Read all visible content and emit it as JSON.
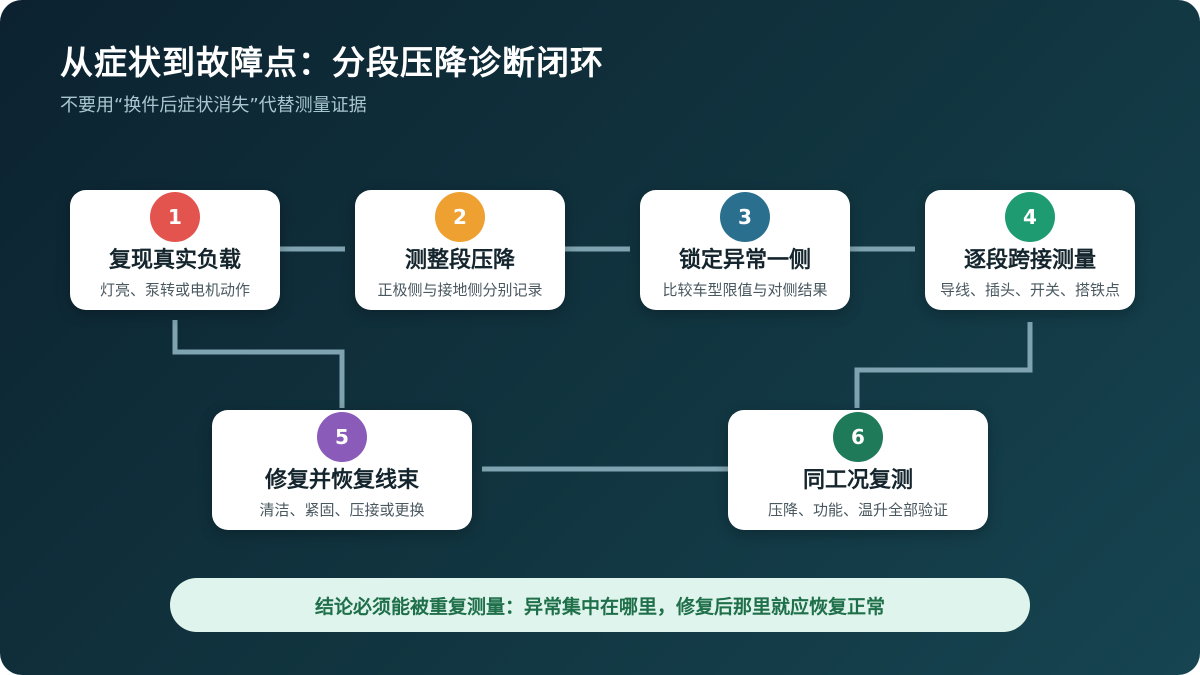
{
  "header": {
    "title": "从症状到故障点：分段压降诊断闭环",
    "subtitle": "不要用“换件后症状消失”代替测量证据"
  },
  "steps": [
    {
      "number": "1",
      "title": "复现真实负载",
      "desc": "灯亮、泵转或电机动作",
      "color": "#e4544f"
    },
    {
      "number": "2",
      "title": "测整段压降",
      "desc": "正极侧与接地侧分别记录",
      "color": "#eea030"
    },
    {
      "number": "3",
      "title": "锁定异常一侧",
      "desc": "比较车型限值与对侧结果",
      "color": "#2a6f8e"
    },
    {
      "number": "4",
      "title": "逐段跨接测量",
      "desc": "导线、插头、开关、搭铁点",
      "color": "#1f9b72"
    },
    {
      "number": "5",
      "title": "修复并恢复线束",
      "desc": "清洁、紧固、压接或更换",
      "color": "#8a5bb8"
    },
    {
      "number": "6",
      "title": "同工况复测",
      "desc": "压降、功能、温升全部验证",
      "color": "#1f7a5a"
    }
  ],
  "footer": {
    "conclusion": "结论必须能被重复测量：异常集中在哪里，修复后那里就应恢复正常"
  },
  "colors": {
    "connector": "#7fa3b0",
    "background_start": "#0c2230",
    "background_end": "#164451"
  }
}
